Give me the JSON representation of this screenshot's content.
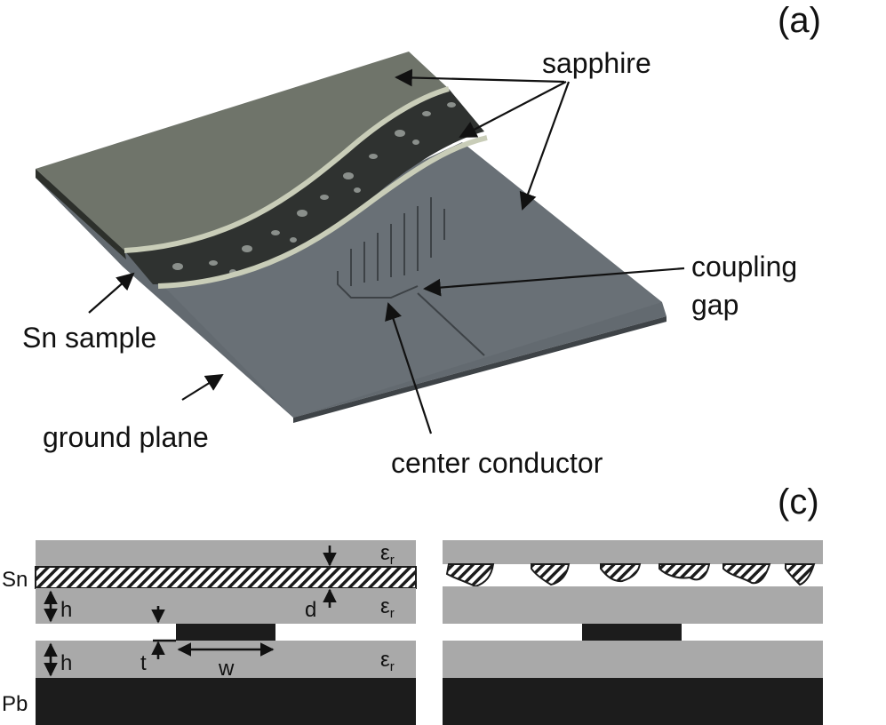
{
  "panels": {
    "a": "(a)",
    "c": "(c)"
  },
  "labels_3d": {
    "sapphire": "sapphire",
    "coupling": "coupling",
    "gap": "gap",
    "sn_sample": "Sn sample",
    "ground_plane": "ground plane",
    "center_conductor": "center conductor"
  },
  "cross_section": {
    "sn": "Sn",
    "pb": "Pb",
    "h_top": "h",
    "h_bottom": "h",
    "d": "d",
    "t": "t",
    "w": "w",
    "eps": "ε",
    "eps_sub": "r"
  },
  "colors": {
    "dielectric": "#a9a9a9",
    "metal": "#1c1c1c",
    "sapphire_top": "#6f746a",
    "ground_plane": "#636a70",
    "sapphire_edge": "#c9cdb8"
  }
}
